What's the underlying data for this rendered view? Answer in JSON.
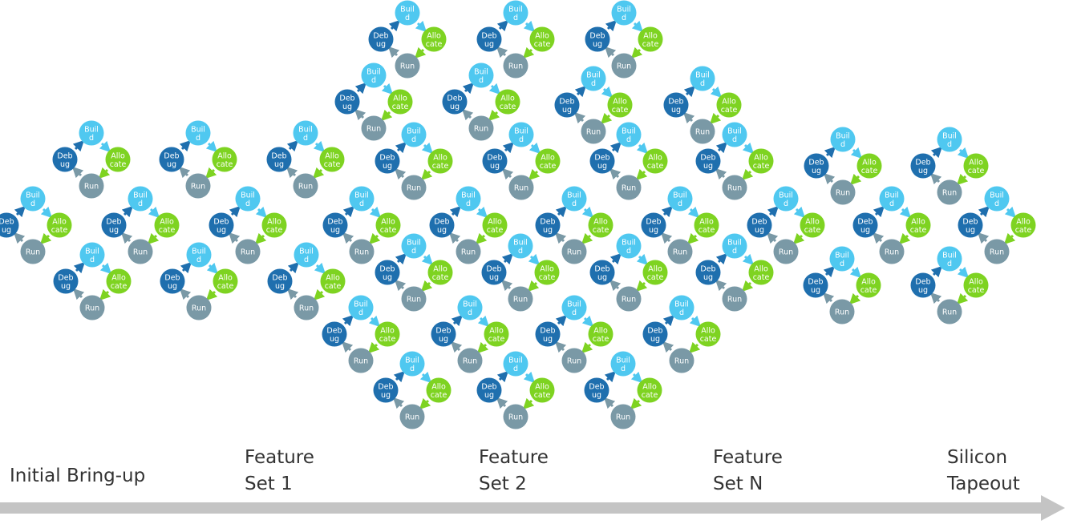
{
  "cycle": {
    "nodes": {
      "build": {
        "lines": [
          "Buil",
          "d"
        ],
        "color": "#4fc8f0"
      },
      "allocate": {
        "lines": [
          "Allo",
          "cate"
        ],
        "color": "#7ed321"
      },
      "run": {
        "lines": [
          "Run"
        ],
        "color": "#7a99a6"
      },
      "debug": {
        "lines": [
          "Deb",
          "ug"
        ],
        "color": "#1f6fae"
      }
    }
  },
  "phases": [
    {
      "key": "initial",
      "lines": [
        "Initial Bring-up"
      ]
    },
    {
      "key": "feature1",
      "lines": [
        "Feature",
        "Set 1"
      ]
    },
    {
      "key": "feature2",
      "lines": [
        "Feature",
        "Set 2"
      ]
    },
    {
      "key": "featureN",
      "lines": [
        "Feature",
        "Set N"
      ]
    },
    {
      "key": "silicon",
      "lines": [
        "Silicon",
        "Tapeout"
      ]
    }
  ],
  "colors": {
    "timeline_arrow": "#c4c4c4",
    "phase_text": "#333333",
    "node_text": "#ffffff"
  }
}
